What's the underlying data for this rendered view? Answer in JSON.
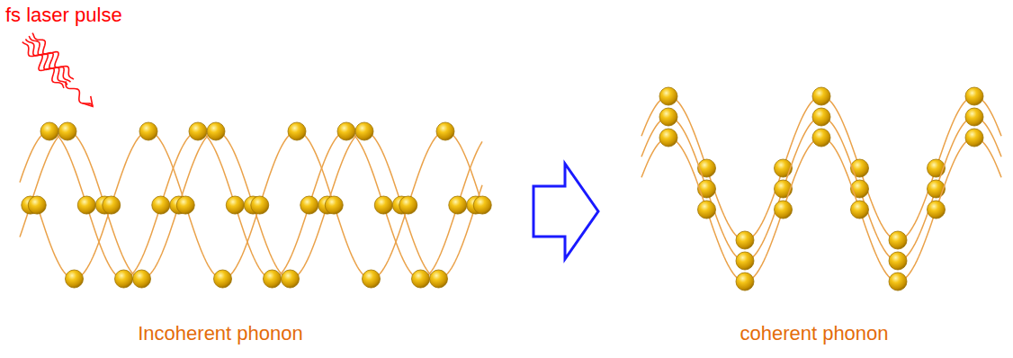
{
  "diagram": {
    "labels": [
      "fs laser pulse",
      "Incoherent phonon",
      "coherent phonon"
    ]
  }
}
